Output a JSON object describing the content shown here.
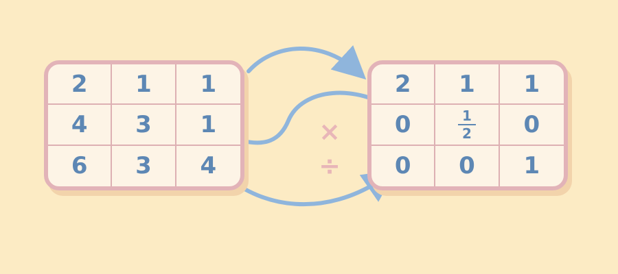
{
  "left_matrix": {
    "rows": [
      [
        "2",
        "1",
        "1"
      ],
      [
        "4",
        "3",
        "1"
      ],
      [
        "6",
        "3",
        "4"
      ]
    ]
  },
  "right_matrix": {
    "rows": [
      [
        "2",
        "1",
        "1"
      ],
      [
        "0",
        {
          "num": "1",
          "den": "2"
        },
        "0"
      ],
      [
        "0",
        "0",
        "1"
      ]
    ]
  },
  "operators": {
    "multiply": "×",
    "divide": "÷"
  },
  "colors": {
    "background": "#fcebc4",
    "matrix_border": "#e2b3b8",
    "matrix_fill": "#fdf4e6",
    "digit": "#5d87b4",
    "arrow": "#8fb5dc",
    "operator": "#e8b6b8"
  }
}
